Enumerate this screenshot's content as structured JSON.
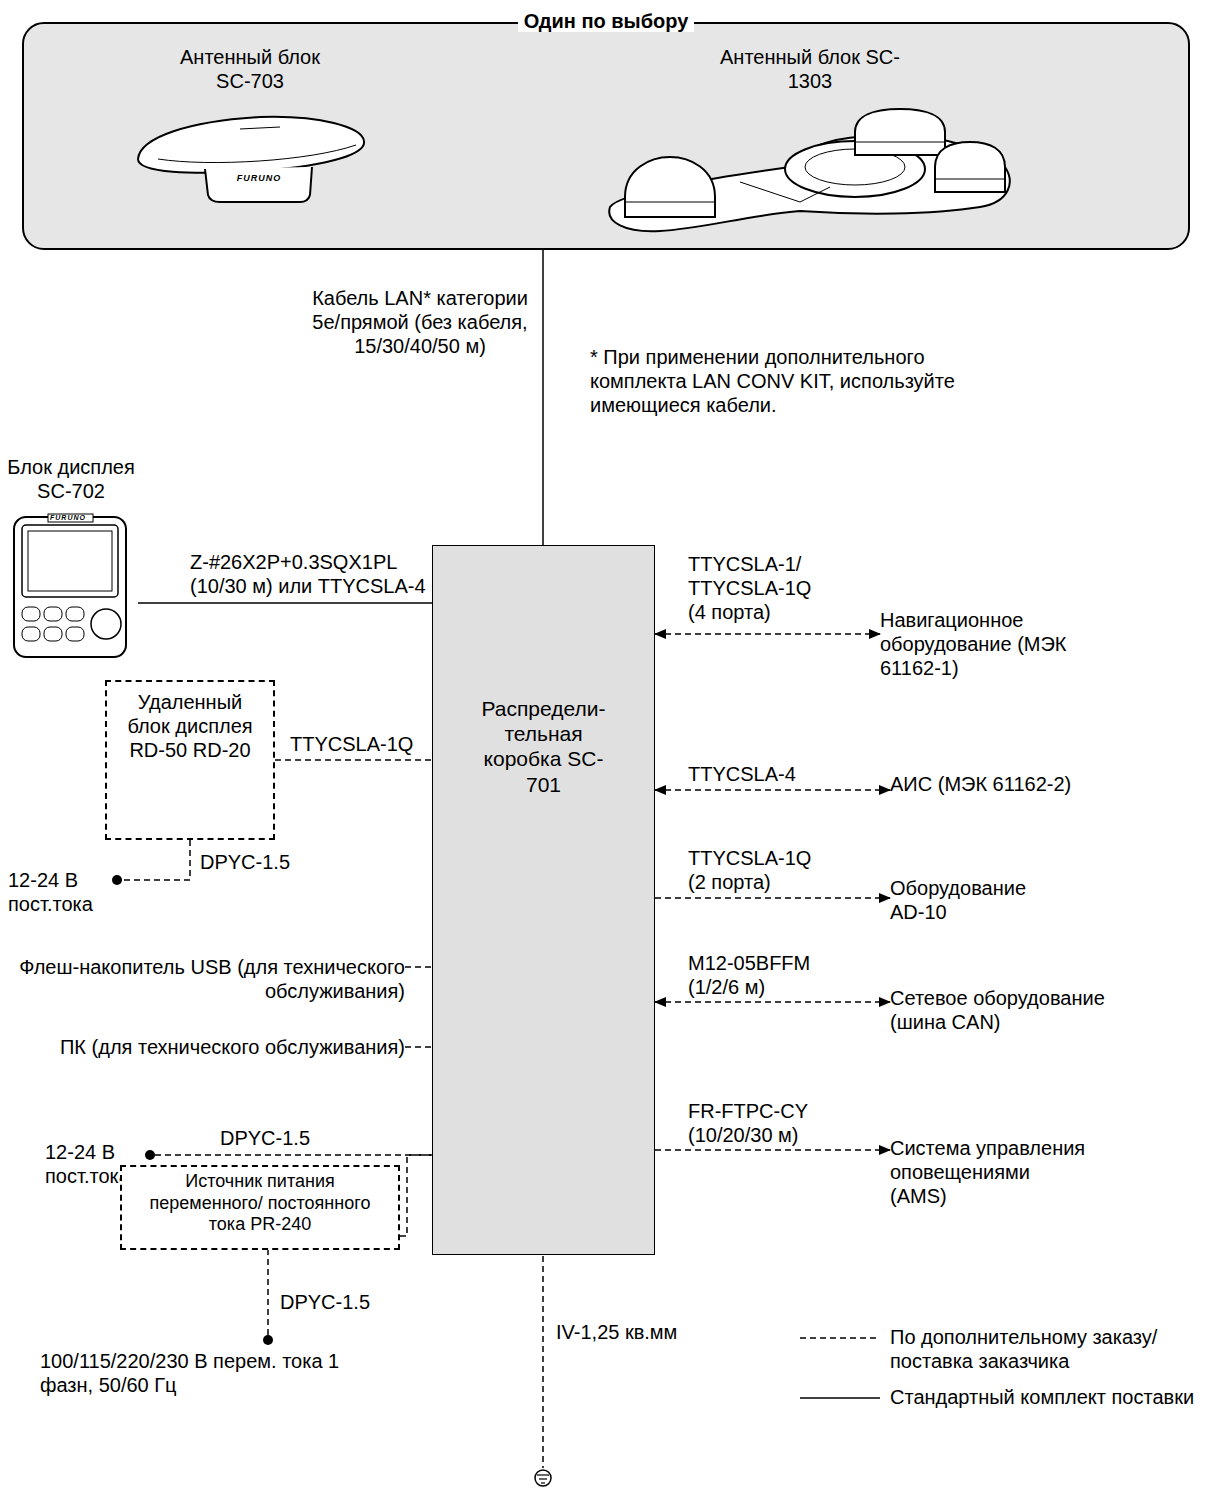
{
  "diagram": {
    "nodes": [
      {
        "text": [
          "Один по выбору"
        ]
      },
      {
        "text": [
          "Антенный блок SC-703"
        ],
        "in": 0
      },
      {
        "text": [
          "Антенный блок SC-1303"
        ],
        "in": 0
      },
      {
        "text": [
          "Блок дисплея SC-702"
        ]
      },
      {
        "text": [
          "Удаленный блок дисплея RD-50 RD-20"
        ]
      },
      {
        "text": [
          "12-24 В пост.тока"
        ]
      },
      {
        "text": [
          "Флеш-накопитель USB (для технического обслуживания)"
        ]
      },
      {
        "text": [
          "ПК (для технического обслуживания)"
        ]
      },
      {
        "text": [
          "12-24 В пост.тока"
        ]
      },
      {
        "text": [
          "Источник питания переменного/ постоянного тока PR-240"
        ]
      },
      {
        "text": [
          "100/115/220/230 В перем. тока 1 фазн, 50/60 Гц"
        ]
      },
      {
        "text": [
          "Распредели- тельная коробка SC-701"
        ]
      },
      {
        "text": [
          "Навигационное оборудование (МЭК 61162-1)"
        ]
      },
      {
        "text": [
          "АИС (МЭК 61162-2)"
        ]
      },
      {
        "text": [
          "Оборудование AD-10"
        ]
      },
      {
        "text": [
          "Сетевое оборудование (шина CAN)"
        ]
      },
      {
        "text": [
          "Система управления оповещениями (AMS)"
        ]
      }
    ],
    "edges": [
      {
        "from": 0,
        "to": 11,
        "arrow": "none",
        "label": "Кабель LAN* категории 5e/прямой (без кабеля, 15/30/40/50 м)"
      },
      {
        "from": 3,
        "to": 11,
        "arrow": "none",
        "label": "Z-#26X2P+0.3SQX1PL (10/30 м) или TTYCSLA-4"
      },
      {
        "from": 4,
        "to": 11,
        "arrow": "none",
        "label": "TTYCSLA-1Q"
      },
      {
        "from": 4,
        "to": 5,
        "arrow": "none",
        "label": "DPYC-1.5"
      },
      {
        "from": 6,
        "to": 11,
        "arrow": "none"
      },
      {
        "from": 7,
        "to": 11,
        "arrow": "none"
      },
      {
        "from": 8,
        "to": 11,
        "arrow": "none",
        "label": "DPYC-1.5"
      },
      {
        "from": 9,
        "to": 11,
        "arrow": "none"
      },
      {
        "from": 10,
        "to": 9,
        "arrow": "none",
        "label": "DPYC-1.5"
      },
      {
        "from": 11,
        "to": 12,
        "arrow": "both",
        "label": "TTYCSLA-1/ TTYCSLA-1Q (4 порта)"
      },
      {
        "from": 11,
        "to": 13,
        "arrow": "both",
        "label": "TTYCSLA-4"
      },
      {
        "from": 11,
        "to": 14,
        "arrow": "to",
        "label": "TTYCSLA-1Q (2 порта)"
      },
      {
        "from": 11,
        "to": 15,
        "arrow": "both",
        "label": "M12-05BFFM (1/2/6 м)"
      },
      {
        "from": 11,
        "to": 16,
        "arrow": "to",
        "label": "FR-FTPC-CY (10/20/30 м)"
      }
    ],
    "labels": [
      "* При применении дополнительного комплекта LAN CONV KIT, используйте имеющиеся кабели.",
      "IV-1,25 кв.мм",
      "FURUNO",
      "FURUNO"
    ],
    "legend": [
      {
        "text": "По дополнительному заказу/ поставка заказчика"
      },
      {
        "text": "Стандартный комплект поставки"
      }
    ]
  }
}
